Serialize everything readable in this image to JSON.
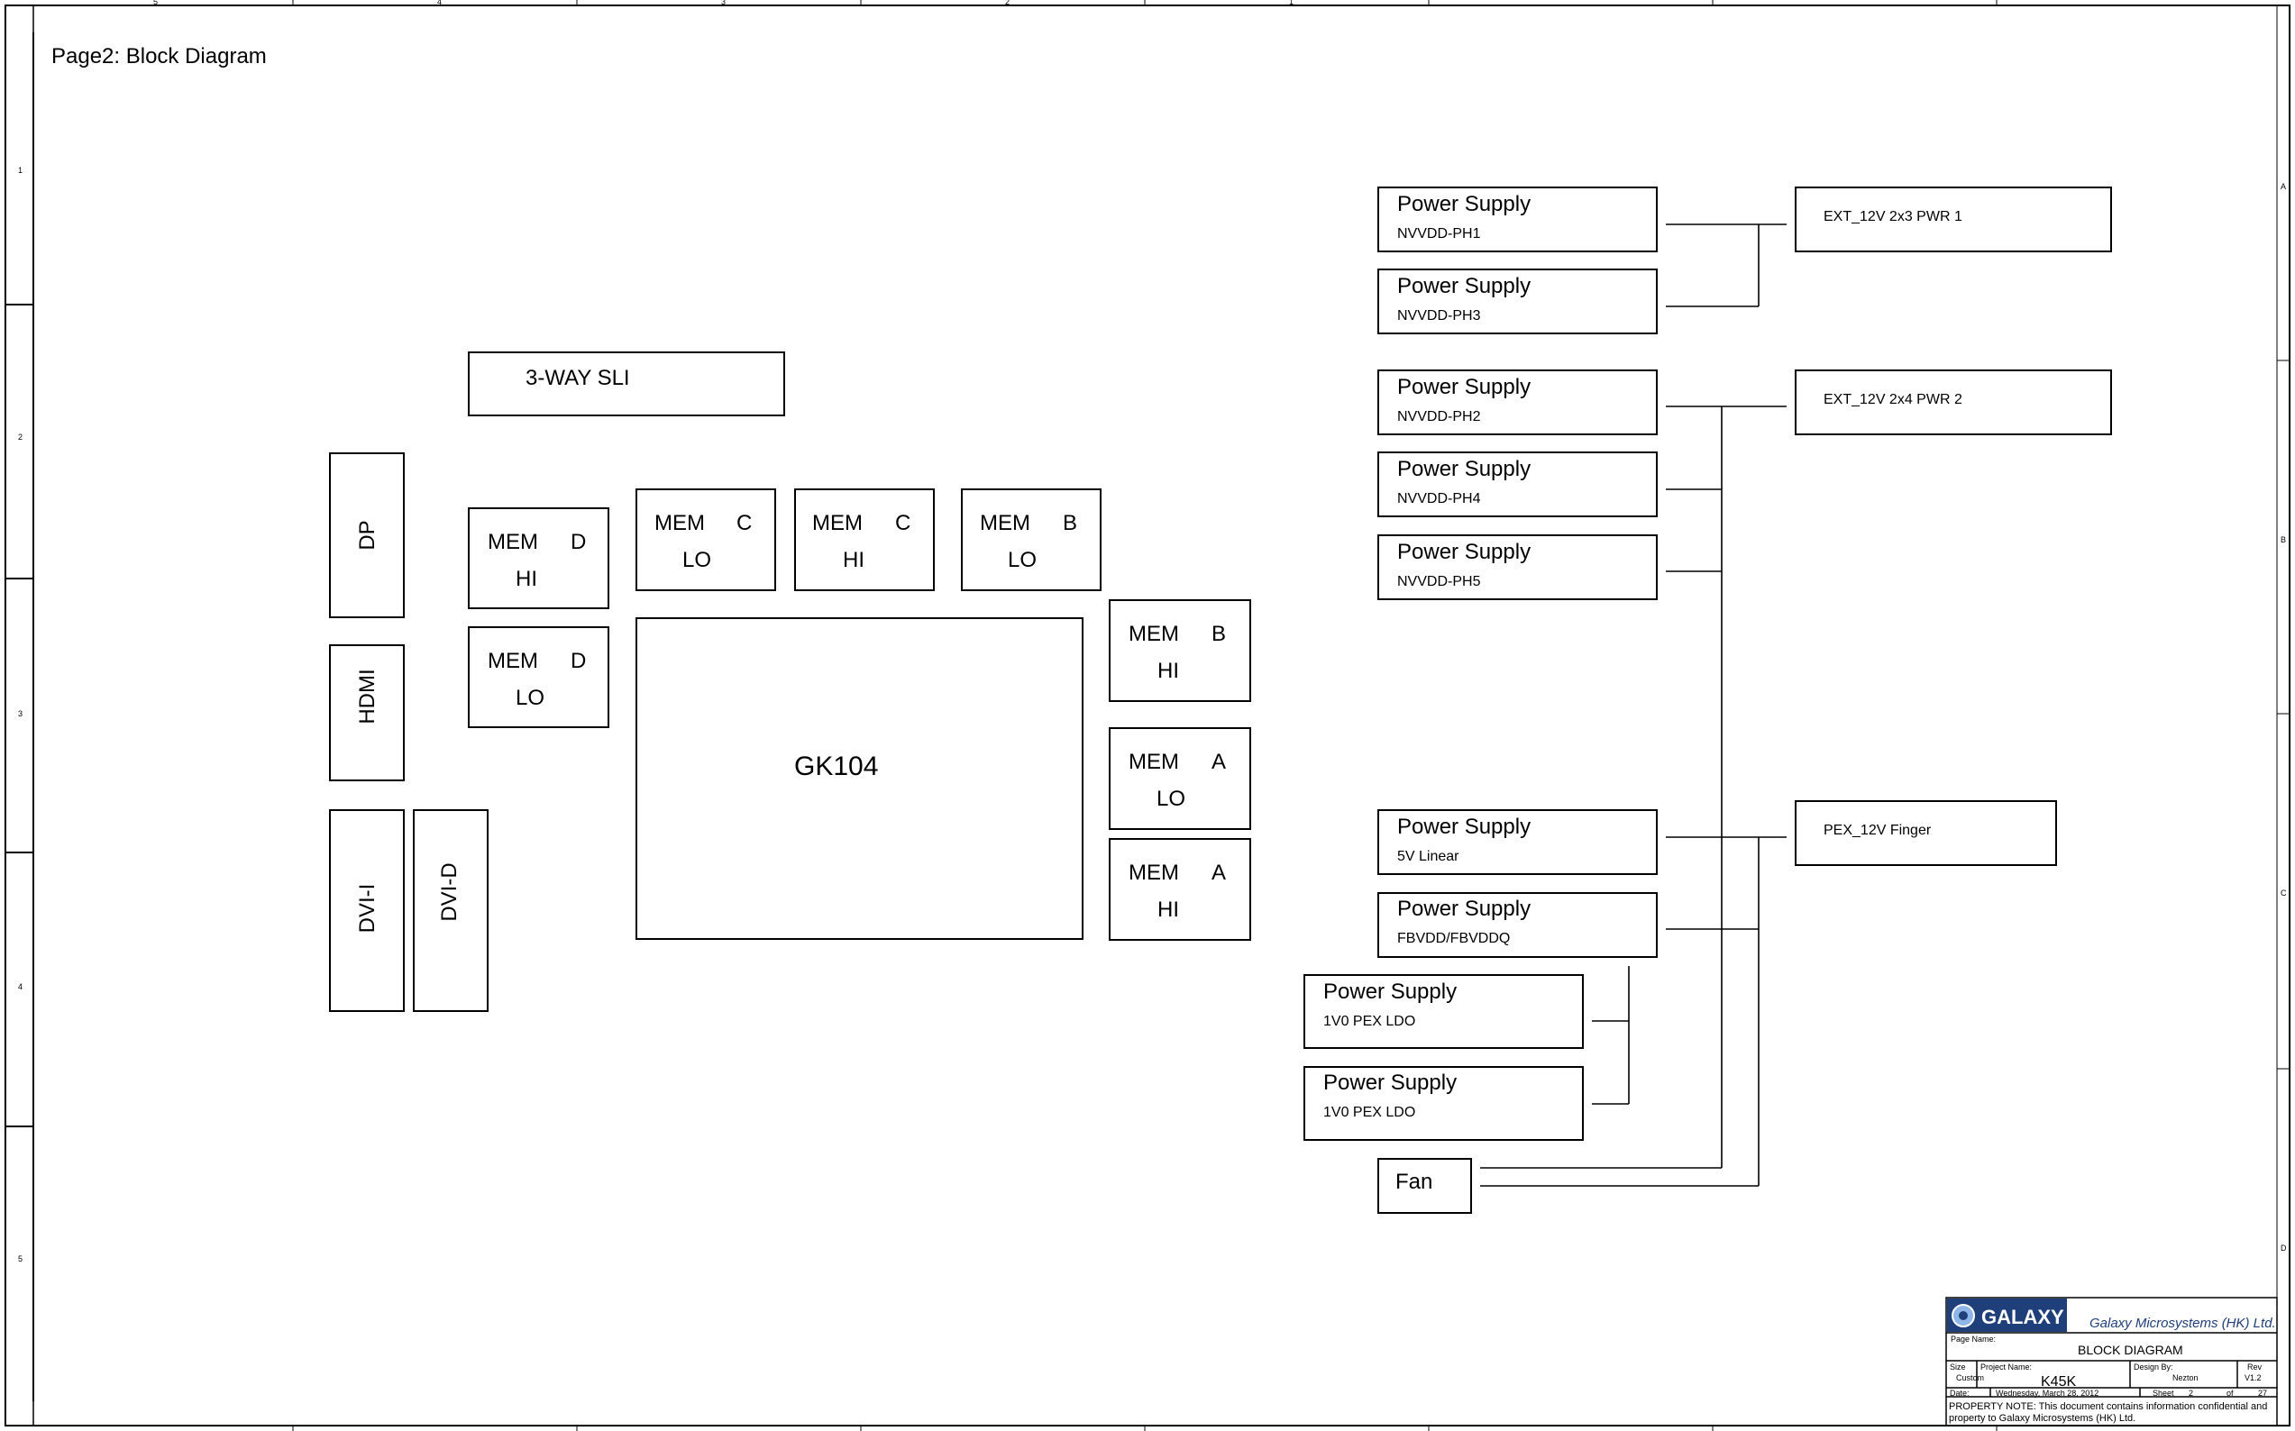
{
  "page_title": "Page2: Block Diagram",
  "frame": {
    "col_marks": [
      "5",
      "4",
      "3",
      "2",
      "1"
    ],
    "row_marks": [
      "1",
      "2",
      "3",
      "4",
      "5"
    ],
    "side_marks": [
      "A",
      "B",
      "C",
      "D"
    ]
  },
  "blocks": {
    "sli": "3-WAY SLI",
    "dp": "DP",
    "hdmi": "HDMI",
    "dvi_i": "DVI-I",
    "dvi_d": "DVI-D",
    "gpu": "GK104",
    "mem_d_hi": {
      "mem": "MEM",
      "ch": "D",
      "half": "HI"
    },
    "mem_d_lo": {
      "mem": "MEM",
      "ch": "D",
      "half": "LO"
    },
    "mem_c_lo": {
      "mem": "MEM",
      "ch": "C",
      "half": "LO"
    },
    "mem_c_hi": {
      "mem": "MEM",
      "ch": "C",
      "half": "HI"
    },
    "mem_b_lo": {
      "mem": "MEM",
      "ch": "B",
      "half": "LO"
    },
    "mem_b_hi": {
      "mem": "MEM",
      "ch": "B",
      "half": "HI"
    },
    "mem_a_lo": {
      "mem": "MEM",
      "ch": "A",
      "half": "LO"
    },
    "mem_a_hi": {
      "mem": "MEM",
      "ch": "A",
      "half": "HI"
    }
  },
  "power": {
    "ps_ph1": {
      "title": "Power Supply",
      "rail": "NVVDD-PH1"
    },
    "ps_ph3": {
      "title": "Power Supply",
      "rail": "NVVDD-PH3"
    },
    "ps_ph2": {
      "title": "Power Supply",
      "rail": "NVVDD-PH2"
    },
    "ps_ph4": {
      "title": "Power Supply",
      "rail": "NVVDD-PH4"
    },
    "ps_ph5": {
      "title": "Power Supply",
      "rail": "NVVDD-PH5"
    },
    "ps_5v": {
      "title": "Power Supply",
      "rail": "5V Linear"
    },
    "ps_fbvdd": {
      "title": "Power Supply",
      "rail": "FBVDD/FBVDDQ"
    },
    "ps_1v0_a": {
      "title": "Power Supply",
      "rail": "1V0 PEX LDO"
    },
    "ps_1v0_b": {
      "title": "Power Supply",
      "rail": "1V0 PEX LDO"
    },
    "fan": "Fan",
    "ext_2x3": "EXT_12V 2x3 PWR 1",
    "ext_2x4": "EXT_12V 2x4 PWR 2",
    "pex": "PEX_12V Finger"
  },
  "title_block": {
    "company": "Galaxy Microsystems (HK) Ltd.",
    "logo_text": "GALAXY",
    "page_name_label": "Page Name:",
    "page_name": "BLOCK DIAGRAM",
    "size_label": "Size",
    "size": "Custom",
    "project_label": "Project Name:",
    "project": "K45K",
    "design_label": "Design By:",
    "designer": "Nezton",
    "rev_label": "Rev",
    "rev": "V1.2",
    "date_label": "Date:",
    "date": "Wednesday, March 28, 2012",
    "sheet_label": "Sheet",
    "sheet": "2",
    "of_label": "of",
    "total": "27",
    "note": "PROPERTY NOTE: This document contains information confidential and",
    "note2": "property to Galaxy Microsystems (HK) Ltd."
  }
}
